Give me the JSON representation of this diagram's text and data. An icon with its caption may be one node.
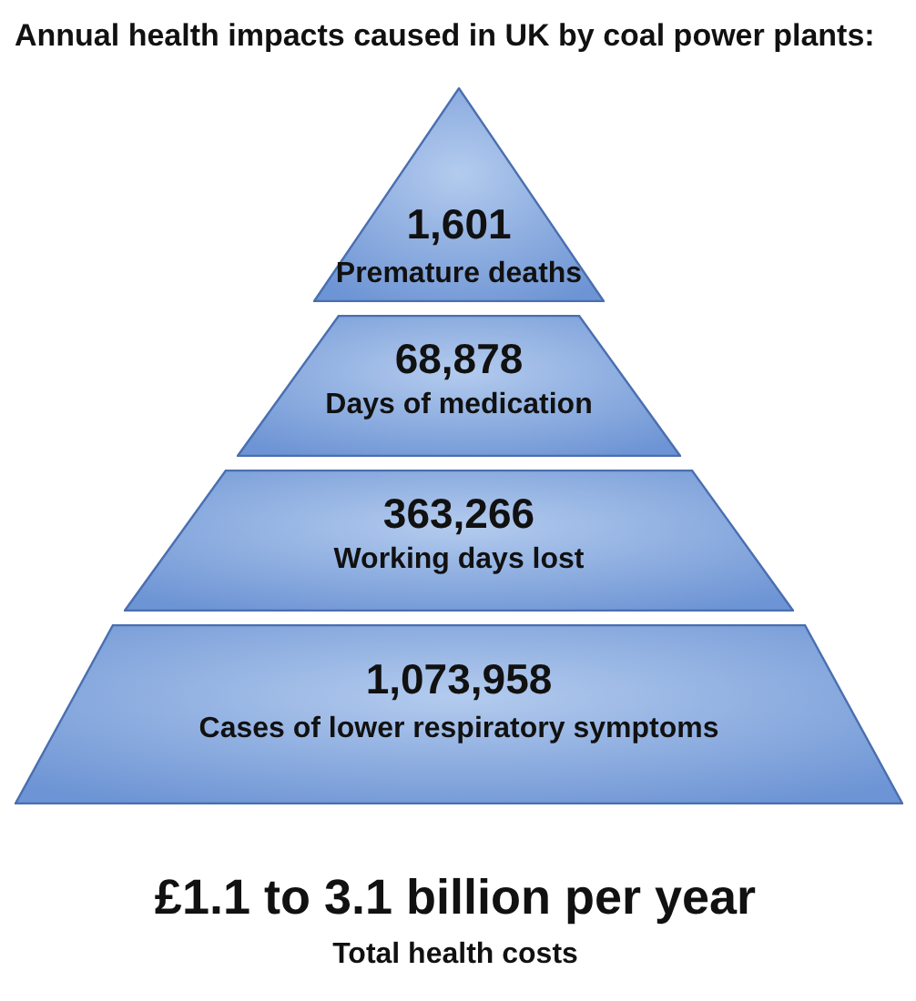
{
  "diagram": {
    "title": "Annual health impacts caused in UK by coal power plants:",
    "nodes": [
      {
        "text": [
          "1,601",
          "Premature deaths"
        ]
      },
      {
        "text": [
          "68,878",
          "Days of medication"
        ]
      },
      {
        "text": [
          "363,266",
          "Working days lost"
        ]
      },
      {
        "text": [
          "1,073,958",
          "Cases of lower respiratory symptoms"
        ]
      }
    ],
    "labels": [
      "£1.1 to 3.1 billion per year",
      "Total health costs"
    ]
  }
}
